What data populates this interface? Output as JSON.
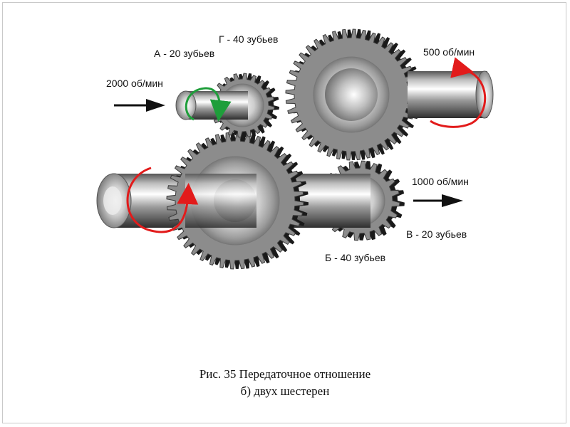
{
  "labels": {
    "gear_g": "Г - 40 зубьев",
    "gear_a": "А - 20 зубьев",
    "speed_in": "2000 об/мин",
    "speed_top_right": "500 об/мин",
    "speed_mid_right": "1000 об/мин",
    "gear_v": "В - 20 зубьев",
    "gear_b": "Б - 40 зубьев"
  },
  "caption": {
    "line1": "Рис. 35 Передаточное отношение",
    "line2": "б) двух шестерен"
  },
  "colors": {
    "rotation_arrow": "#e21b1b",
    "input_rotation_arrow": "#1e9e3a",
    "flow_arrow": "#111111"
  }
}
